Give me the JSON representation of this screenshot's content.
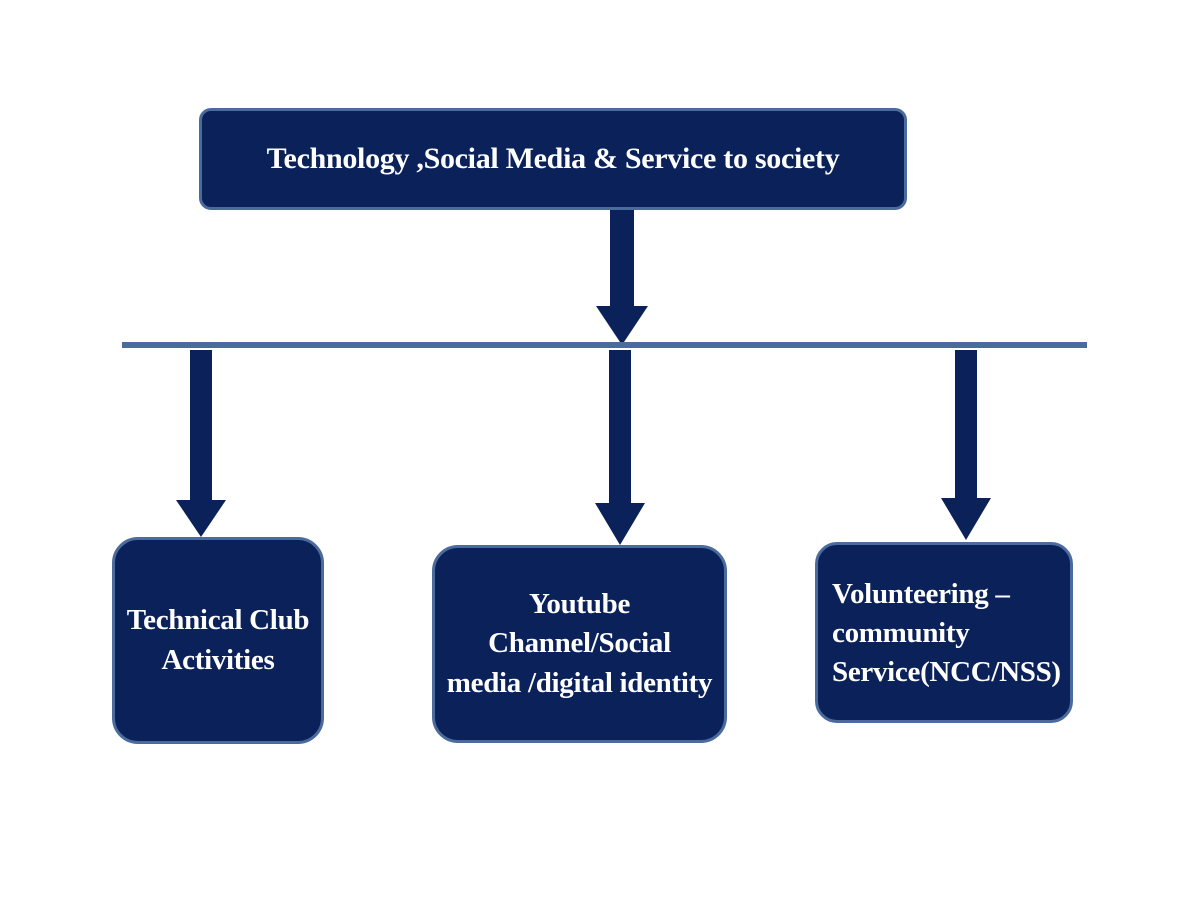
{
  "colors": {
    "box_fill": "#0b215a",
    "box_border": "#4b6b9c",
    "connector": "#0b215a",
    "bus_line": "#4b6b9c",
    "text": "#ffffff"
  },
  "root": {
    "label": "Technology ,Social Media & Service to society"
  },
  "children": [
    {
      "label": "Technical Club\nActivities"
    },
    {
      "label": "Youtube Channel/Social\nmedia  /digital identity"
    },
    {
      "label": "Volunteering –\ncommunity\nService(NCC/NSS)"
    }
  ]
}
